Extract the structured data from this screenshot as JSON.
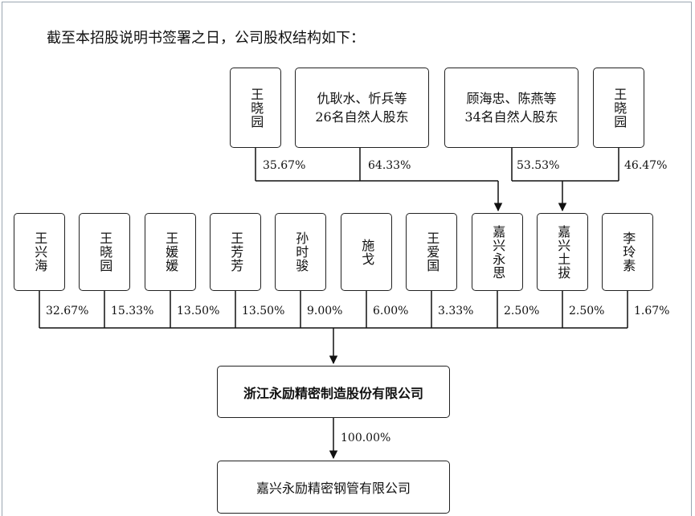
{
  "intro_text": "截至本招股说明书签署之日，公司股权结构如下：",
  "top_holders": [
    {
      "name": "王晓园",
      "pct": "35.67%"
    },
    {
      "name": "仇耿水、忻兵等\n26名自然人股东",
      "pct": "64.33%"
    },
    {
      "name": "顾海忠、陈燕等\n34名自然人股东",
      "pct": "53.53%"
    },
    {
      "name": "王晓园",
      "pct": "46.47%"
    }
  ],
  "shareholders": [
    {
      "name": "王兴海",
      "pct": "32.67%"
    },
    {
      "name": "王晓园",
      "pct": "15.33%"
    },
    {
      "name": "王媛媛",
      "pct": "13.50%"
    },
    {
      "name": "王芳芳",
      "pct": "13.50%"
    },
    {
      "name": "孙时骏",
      "pct": "9.00%"
    },
    {
      "name": "施戈",
      "pct": "6.00%"
    },
    {
      "name": "王爱国",
      "pct": "3.33%"
    },
    {
      "name": "嘉兴永思",
      "pct": "2.50%"
    },
    {
      "name": "嘉兴土拔",
      "pct": "2.50%"
    },
    {
      "name": "李玲素",
      "pct": "1.67%"
    }
  ],
  "company": {
    "name": "浙江永励精密制造股份有限公司"
  },
  "subsidiary": {
    "name": "嘉兴永励精密钢管有限公司",
    "pct": "100.00%"
  }
}
